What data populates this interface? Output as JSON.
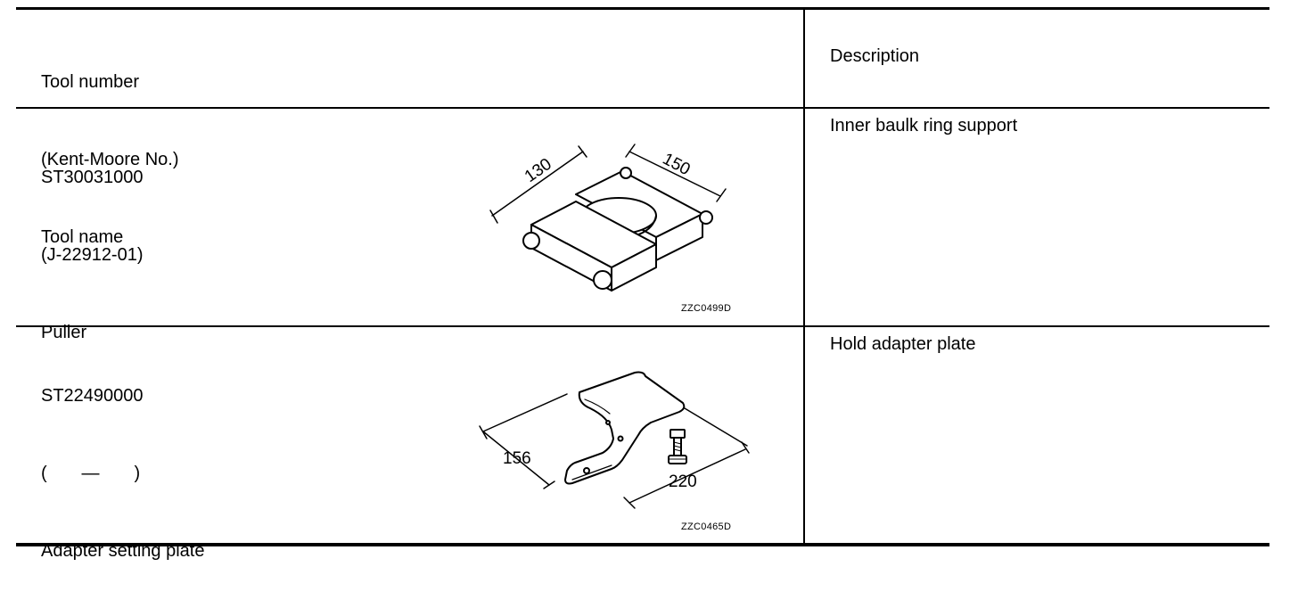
{
  "header": {
    "tool_lines": [
      "Tool number",
      "(Kent-Moore No.)",
      "Tool name"
    ],
    "description": "Description"
  },
  "rows": [
    {
      "tool_number": "ST30031000",
      "kent_moore": "(J-22912-01)",
      "tool_name": "Puller",
      "description": "Inner baulk ring support",
      "figure_code": "ZZC0499D",
      "dimensions": [
        "130",
        "150"
      ]
    },
    {
      "tool_number": "ST22490000",
      "kent_moore": "(       —       )",
      "tool_name": "Adapter setting plate",
      "description": "Hold adapter plate",
      "figure_code": "ZZC0465D",
      "dimensions": [
        "156",
        "220"
      ]
    }
  ]
}
